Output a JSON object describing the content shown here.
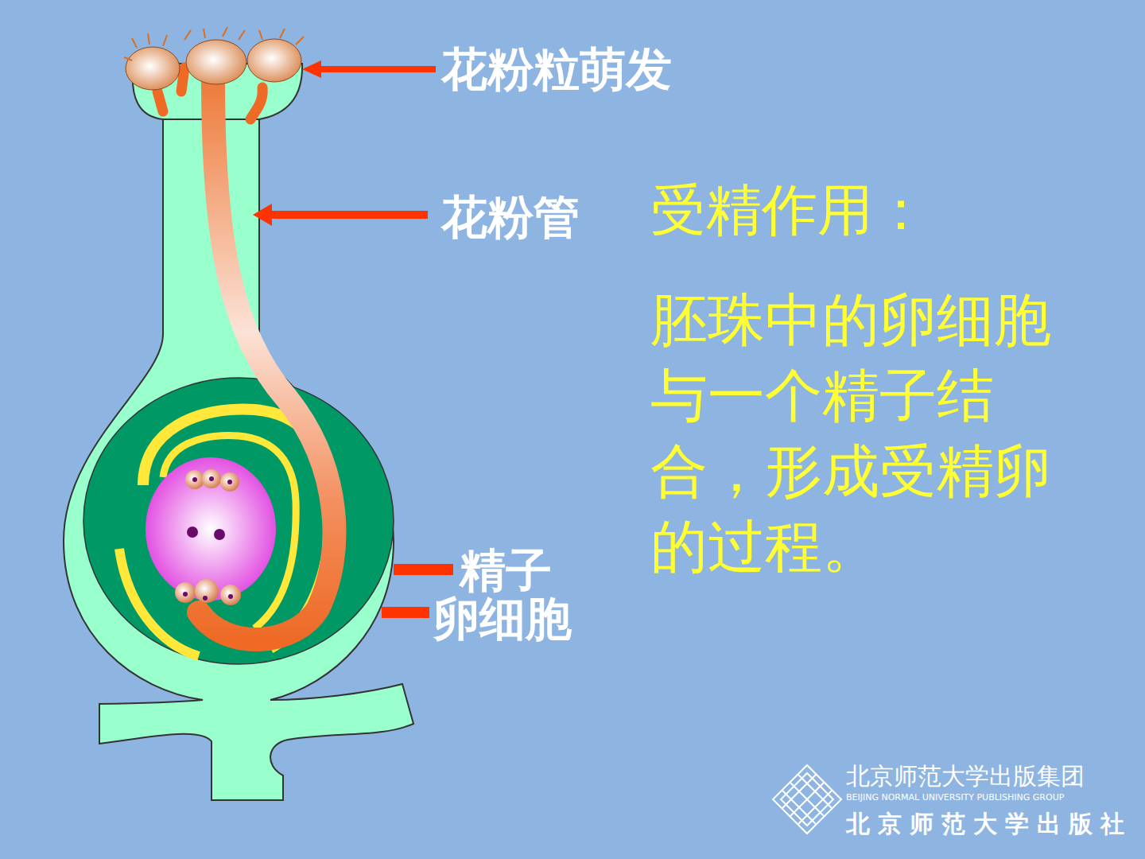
{
  "diagram": {
    "title": "受精作用：",
    "labels": [
      "花粉粒萌发",
      "花粉管",
      "精子",
      "卵细胞",
      "胚珠中的卵细胞与一个精子结合，形成受精卵的过程。",
      "北京师范大学出版集团",
      "BEIJING NORMAL UNIVERSITY PUBLISHING GROUP",
      "北京师范大学出版社"
    ]
  }
}
